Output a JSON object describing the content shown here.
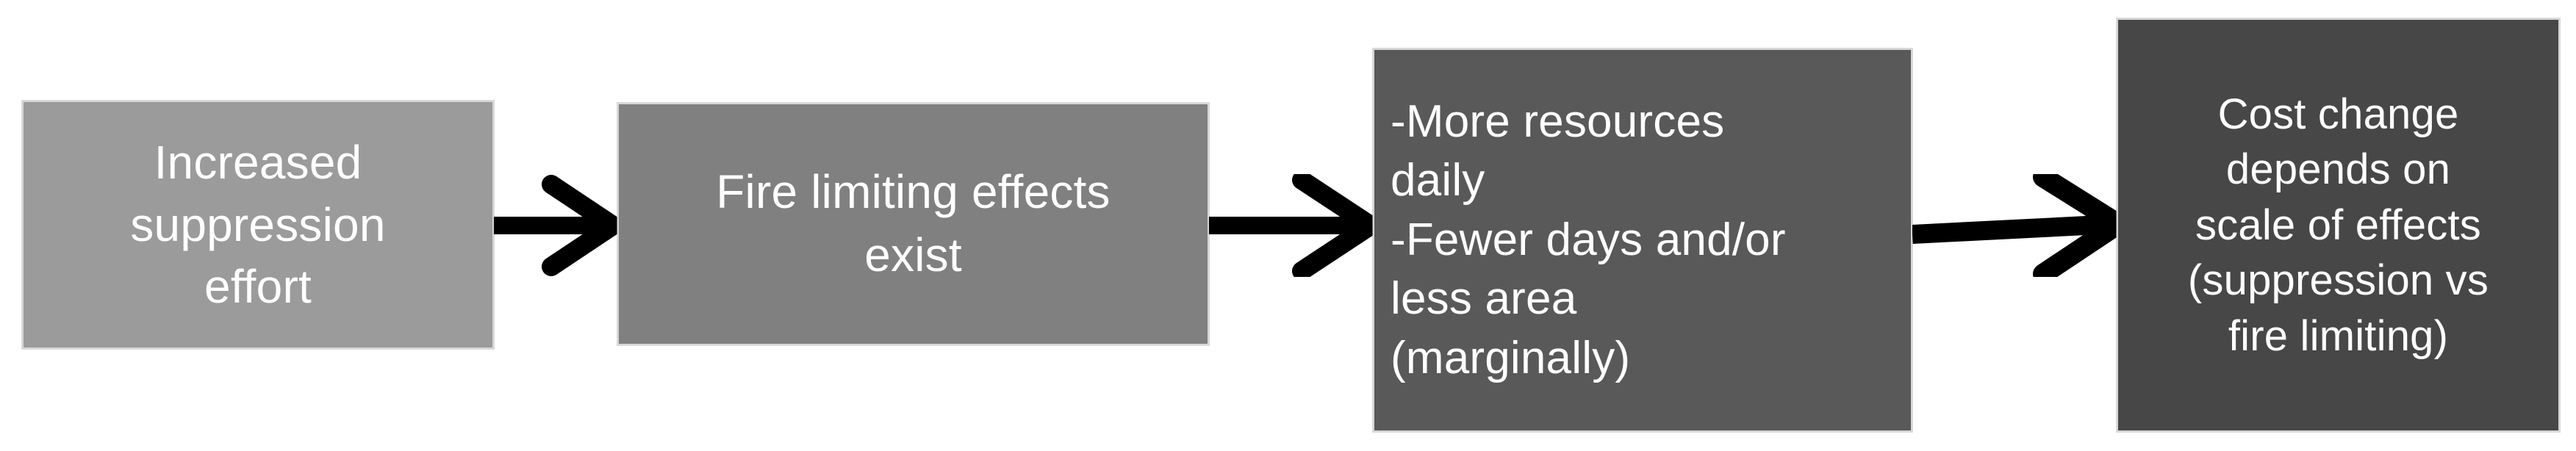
{
  "diagram": {
    "title": "Suppression effort to cost change causal chain",
    "background_color": "#ffffff",
    "nodes": [
      {
        "id": "node-1",
        "name": "increased-suppression-effort",
        "fill": "#9b9b9b",
        "text_color": "#ffffff",
        "align": "center",
        "lines": [
          "Increased",
          "suppression",
          "effort"
        ]
      },
      {
        "id": "node-2",
        "name": "fire-limiting-effects-exist",
        "fill": "#808080",
        "text_color": "#ffffff",
        "align": "center",
        "lines": [
          "Fire limiting effects",
          "exist"
        ]
      },
      {
        "id": "node-3",
        "name": "fire-effects-outcomes",
        "fill": "#595959",
        "text_color": "#ffffff",
        "align": "left",
        "lines": [
          "-More resources",
          "daily",
          "-Fewer days and/or",
          "less area",
          "(marginally)"
        ]
      },
      {
        "id": "node-4",
        "name": "cost-change-conclusion",
        "fill": "#474747",
        "text_color": "#ffffff",
        "align": "center",
        "lines": [
          "Cost change",
          "depends on",
          "scale of effects",
          "(suppression vs",
          "fire limiting)"
        ]
      }
    ],
    "connectors": [
      {
        "id": "arrow-1",
        "name": "arrow-node1-to-node2",
        "color": "#000000",
        "direction": "right"
      },
      {
        "id": "arrow-2",
        "name": "arrow-node2-to-node3",
        "color": "#000000",
        "direction": "right"
      },
      {
        "id": "arrow-3",
        "name": "arrow-node3-to-node4",
        "color": "#000000",
        "direction": "right"
      }
    ]
  }
}
